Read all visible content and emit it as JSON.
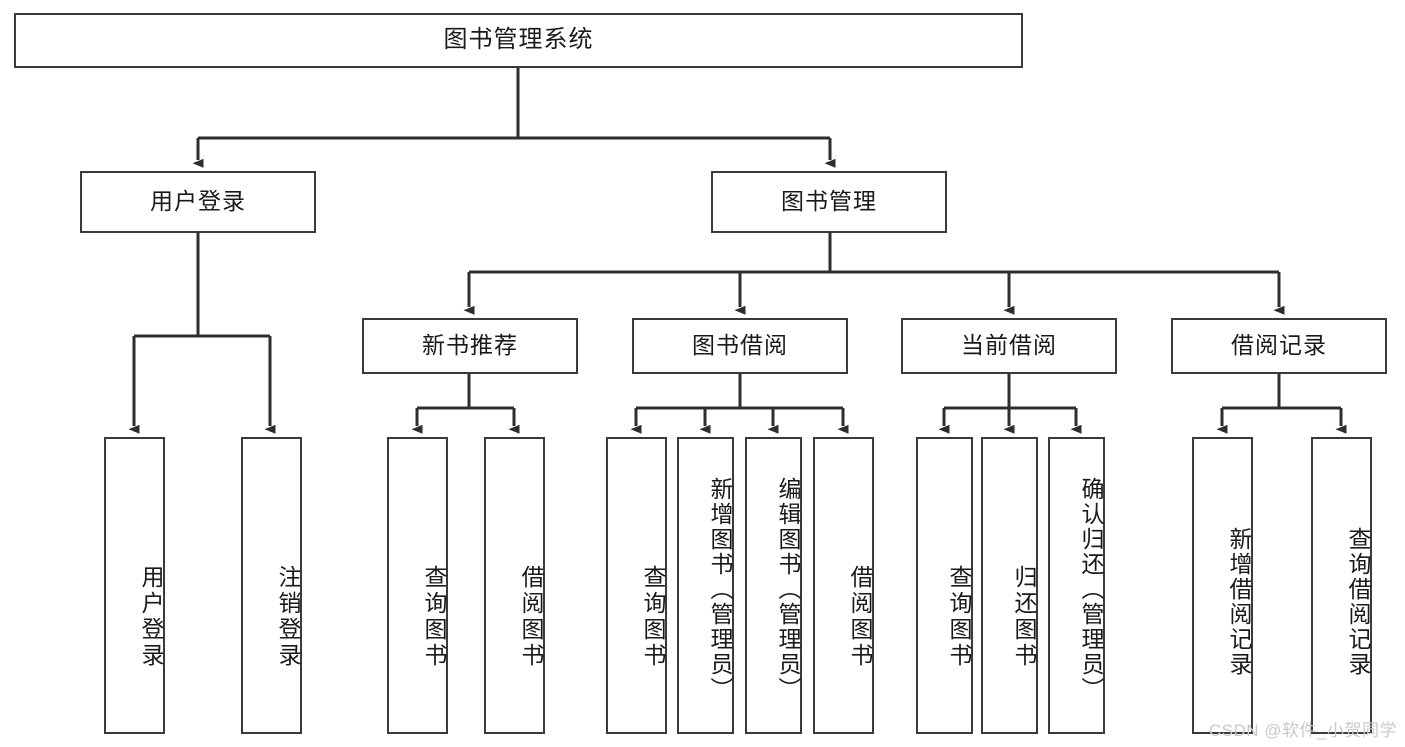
{
  "diagram": {
    "type": "tree-hierarchy",
    "title": "图书管理系统",
    "root": {
      "id": "root",
      "label": "图书管理系统"
    },
    "level1": [
      {
        "id": "user-login",
        "label": "用户登录"
      },
      {
        "id": "book-management",
        "label": "图书管理"
      }
    ],
    "level2": [
      {
        "id": "new-book-recommend",
        "label": "新书推荐",
        "parent": "book-management"
      },
      {
        "id": "book-borrow",
        "label": "图书借阅",
        "parent": "book-management"
      },
      {
        "id": "current-borrow",
        "label": "当前借阅",
        "parent": "book-management"
      },
      {
        "id": "borrow-record",
        "label": "借阅记录",
        "parent": "book-management"
      }
    ],
    "leaves": {
      "user-login": [
        {
          "id": "leaf-user-login",
          "label": "用户登录"
        },
        {
          "id": "leaf-user-logout",
          "label": "注销登录"
        }
      ],
      "new-book-recommend": [
        {
          "id": "leaf-query-book-1",
          "label": "查询图书"
        },
        {
          "id": "leaf-borrow-book-1",
          "label": "借阅图书"
        }
      ],
      "book-borrow": [
        {
          "id": "leaf-query-book-2",
          "label": "查询图书"
        },
        {
          "id": "leaf-add-book",
          "label": "新增图书（管理员）"
        },
        {
          "id": "leaf-edit-book",
          "label": "编辑图书（管理员）"
        },
        {
          "id": "leaf-borrow-book-2",
          "label": "借阅图书"
        }
      ],
      "current-borrow": [
        {
          "id": "leaf-query-book-3",
          "label": "查询图书"
        },
        {
          "id": "leaf-return-book",
          "label": "归还图书"
        },
        {
          "id": "leaf-confirm-return",
          "label": "确认归还（管理员）"
        }
      ],
      "borrow-record": [
        {
          "id": "leaf-add-record",
          "label": "新增借阅记录"
        },
        {
          "id": "leaf-query-record",
          "label": "查询借阅记录"
        }
      ]
    }
  },
  "watermark": {
    "text": "CSDN @软件_小贺同学"
  },
  "colors": {
    "box_border": "#3a3a3a",
    "box_fill": "#ffffff",
    "connector": "#2e2e2e",
    "text": "#1a1a1a",
    "watermark": "#c9c9c9",
    "background": "#ffffff"
  }
}
